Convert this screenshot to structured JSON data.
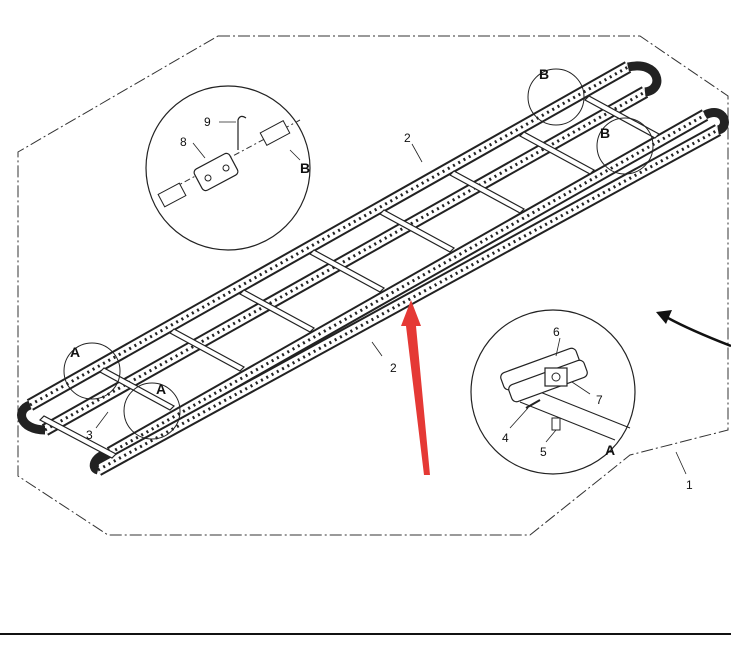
{
  "callouts": {
    "n1": "1",
    "n2a": "2",
    "n2b": "2",
    "n3": "3",
    "n4": "4",
    "n5": "5",
    "n6": "6",
    "n7": "7",
    "n8": "8",
    "n9": "9",
    "detail_a_main_1": "A",
    "detail_a_main_2": "A",
    "detail_a_circle": "A",
    "detail_b_main_1": "B",
    "detail_b_main_2": "B",
    "detail_b_circle": "B"
  },
  "colors": {
    "line": "#1a1a1a",
    "pointer_arrow": "#e53935",
    "background": "#ffffff"
  },
  "icons": [
    "rotation-arrow-icon",
    "pointer-arrow-icon"
  ]
}
